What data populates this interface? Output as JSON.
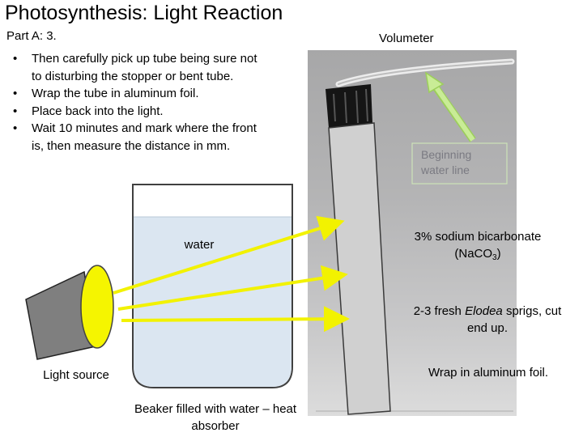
{
  "title": "Photosynthesis: Light Reaction",
  "subtitle": "Part A: 3.",
  "steps": [
    "Then carefully pick up tube being sure not to disturbing the stopper or bent tube.",
    "Wrap the tube in aluminum foil.",
    "Place back into the light.",
    "Wait 10 minutes and mark where the front is, then measure the distance in mm."
  ],
  "labels": {
    "volumeter": "Volumeter",
    "beginning_water_line": "Beginning water line",
    "water": "water",
    "bicarb_line1": "3% sodium bicarbonate",
    "bicarb_formula_prefix": "(NaCO",
    "bicarb_formula_sub": "3",
    "bicarb_formula_suffix": ")",
    "elodea_prefix": "2-3 fresh ",
    "elodea_italic": "Elodea",
    "elodea_suffix": " sprigs, cut end up.",
    "foil": "Wrap in aluminum foil.",
    "light_source": "Light source",
    "beaker": "Beaker filled with water – heat absorber"
  },
  "colors": {
    "light_beam": "#f2f200",
    "bulb": "#f5f500",
    "lamp_housing": "#7f7f7f",
    "arrow_green": "#b6e36f",
    "beaker_water": "#dbe6f1",
    "tube_foil": "#d0d0d0"
  }
}
